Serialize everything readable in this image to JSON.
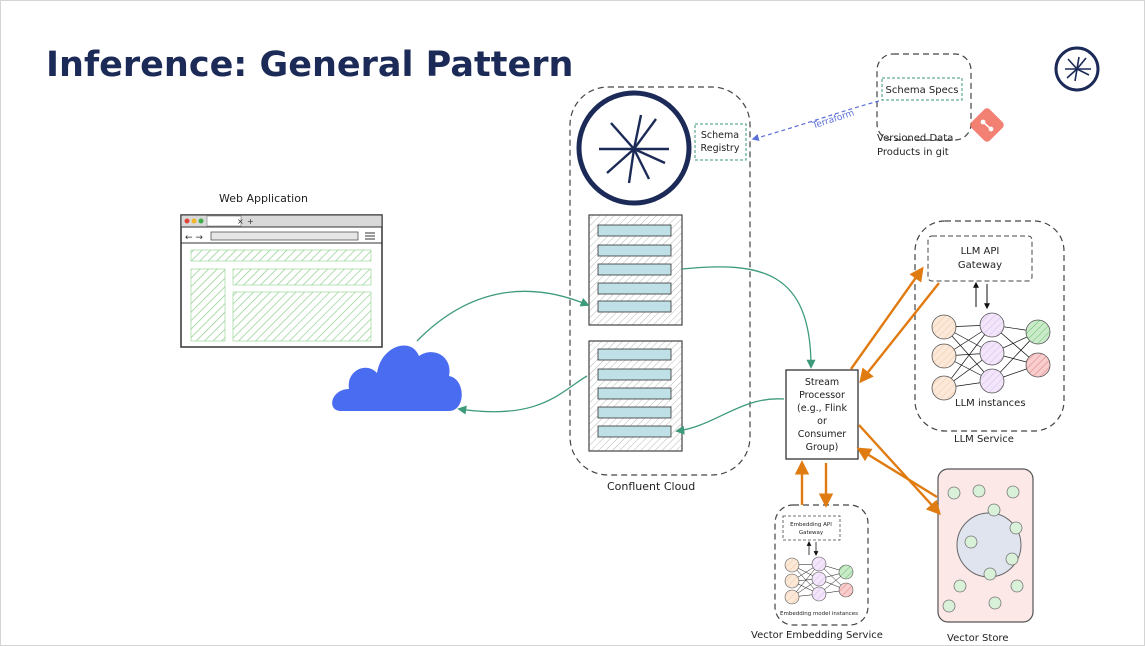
{
  "slide": {
    "title": "Inference: General Pattern"
  },
  "labels": {
    "web_application": "Web Application",
    "confluent_cloud": "Confluent Cloud",
    "schema_registry": [
      "Schema",
      "Registry"
    ],
    "schema_specs": "Schema Specs",
    "terraform": "Terraform",
    "versioned_data": [
      "Versioned Data",
      "Products in git"
    ],
    "stream_processor": [
      "Stream",
      "Processor",
      "(e.g., Flink",
      "or",
      "Consumer",
      "Group)"
    ],
    "llm_gateway": [
      "LLM API",
      "Gateway"
    ],
    "llm_instances": "LLM instances",
    "llm_service": "LLM Service",
    "embedding_gateway": [
      "Embedding API",
      "Gateway"
    ],
    "embedding_instances": "Embedding model instances",
    "vector_embedding_service": "Vector Embedding Service",
    "vector_store": "Vector Store"
  },
  "colors": {
    "title": "#1b2a57",
    "green_arrow": "#3d9a7a",
    "orange_arrow": "#e07b12",
    "cloud": "#4a6cf0",
    "topic_bar": "#bfe0e6",
    "node_peach": "#f7dcc4",
    "node_lilac": "#ead7f5",
    "node_green": "#9fd49f",
    "node_red": "#f0a0a0",
    "vector_store_bg": "#fde8e8",
    "git_logo": "#f06a5a"
  },
  "icons": {
    "brand_logo": "confluent-logo-icon",
    "cloud": "cloud-icon",
    "git": "git-icon"
  }
}
